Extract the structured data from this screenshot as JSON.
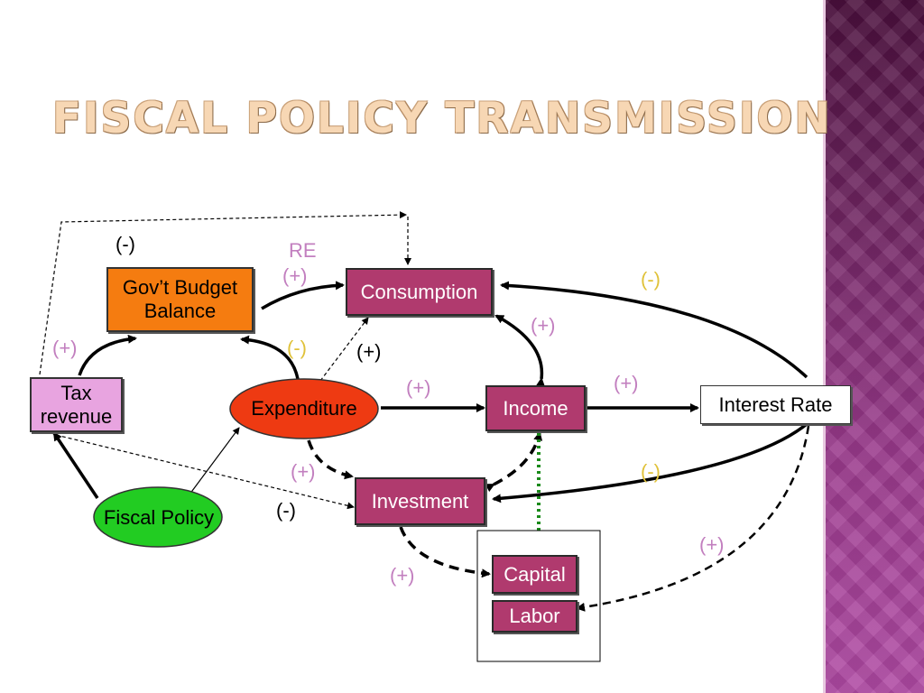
{
  "slide": {
    "title": "Fiscal Policy Transmission"
  },
  "nodes": {
    "budget": "Gov’t Budget\nBalance",
    "consumption": "Consumption",
    "tax": "Tax\nrevenue",
    "expenditure": "Expenditure",
    "income": "Income",
    "interest_rate": "Interest Rate",
    "investment": "Investment",
    "fiscal_policy": "Fiscal Policy",
    "capital": "Capital",
    "labor": "Labor"
  },
  "labels": {
    "tax_budget_minus": "(-)",
    "re": "RE",
    "re_plus": "(+)",
    "ir_consumption": "(-)",
    "income_consumption": "(+)",
    "tax_budget_plus": "(+)",
    "exp_budget": "(-)",
    "exp_consumption": "(+)",
    "exp_income": "(+)",
    "income_ir": "(+)",
    "exp_investment": "(+)",
    "ir_investment": "(-)",
    "tax_investment": "(-)",
    "ir_labor": "(+)",
    "investment_capital": "(+)"
  },
  "colors": {
    "node_magenta": "#b03a6e",
    "budget_orange": "#f57c10",
    "expenditure_red": "#ee3a12",
    "fiscal_green": "#22cc22",
    "tax_pink": "#e8a4e0",
    "label_pink": "#c27fbf",
    "label_gold": "#e0c23a",
    "dotted_green": "#1a8a1a"
  }
}
